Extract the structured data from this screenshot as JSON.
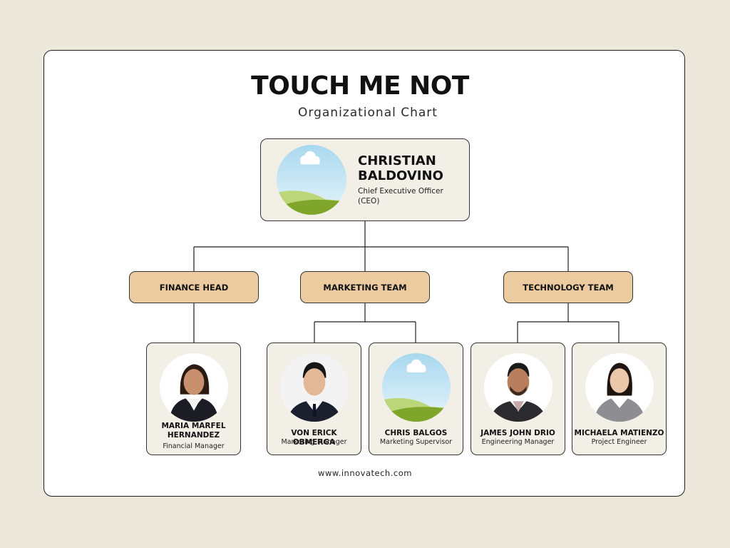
{
  "header": {
    "title": "TOUCH ME NOT",
    "subtitle": "Organizational Chart"
  },
  "ceo": {
    "name": "CHRISTIAN BALDOVINO",
    "title": "Chief Executive Officer (CEO)",
    "photo": "placeholder-landscape"
  },
  "departments": [
    {
      "label": "FINANCE HEAD"
    },
    {
      "label": "MARKETING TEAM"
    },
    {
      "label": "TECHNOLOGY TEAM"
    }
  ],
  "people": [
    {
      "name": "MARIA MARFEL HERNANDEZ",
      "role": "Financial Manager",
      "photo": "woman-dark-blazer"
    },
    {
      "name": "VON ERICK OBMERGA",
      "role": "Marketing Manager",
      "photo": "man-suit"
    },
    {
      "name": "CHRIS BALGOS",
      "role": "Marketing Supervisor",
      "photo": "placeholder-landscape"
    },
    {
      "name": "JAMES JOHN DRIO",
      "role": "Engineering Manager",
      "photo": "man-suit-beard"
    },
    {
      "name": "MICHAELA MATIENZO",
      "role": "Project Engineer",
      "photo": "woman-grey-blazer"
    }
  ],
  "footer": {
    "website": "www.innovatech.com"
  },
  "colors": {
    "page_background": "#ede8dc",
    "card_background": "#ffffff",
    "node_background": "#f2efe7",
    "department_background": "#edcba0",
    "line": "#1f1f1f"
  }
}
